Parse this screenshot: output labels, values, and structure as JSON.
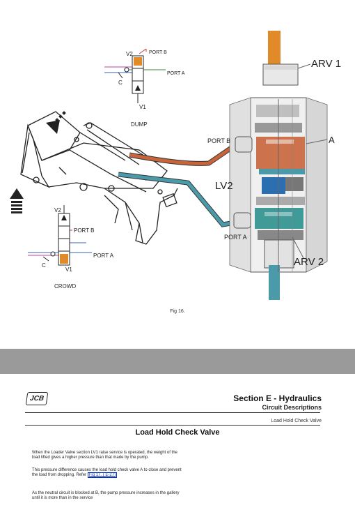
{
  "figure": {
    "caption": "Fig 16.",
    "labels": {
      "arv1": "ARV 1",
      "arv2": "ARV 2",
      "a": "A",
      "lv2": "LV2",
      "port_b_valve": "PORT B",
      "port_a_valve": "PORT A",
      "dump": "DUMP",
      "crowd": "CROWD",
      "dump_v2": "V2",
      "dump_v1": "V1",
      "dump_port_b": "PORT B",
      "dump_port_a": "PORT A",
      "dump_c": "C",
      "crowd_v2": "V2",
      "crowd_v1": "V1",
      "crowd_port_b": "PORT B",
      "crowd_port_a": "PORT A",
      "crowd_c": "C"
    },
    "colors": {
      "port_b_line": "#c8643a",
      "port_a_line": "#4a9aaa",
      "arv1_orange": "#e08a2a"
    }
  },
  "header": {
    "logo": "JCB",
    "section_title": "Section E - Hydraulics",
    "section_subtitle": "Circuit Descriptions",
    "topic": "Load Hold Check Valve"
  },
  "body": {
    "heading": "Load Hold Check Valve",
    "para1": "When the Loader Valve section LV1 raise service is operated, the weight of the load lifted gives a higher pressure than that made by the pump.",
    "para2_text": "This pressure difference causes the load hold check valve A to close and prevent the load from dropping. Refer",
    "para2_link": "Fig 17. ( E-27)",
    "para3": "As the neutral circuit is blocked at B, the pump pressure increases in the gallery until it is more than in the service"
  }
}
